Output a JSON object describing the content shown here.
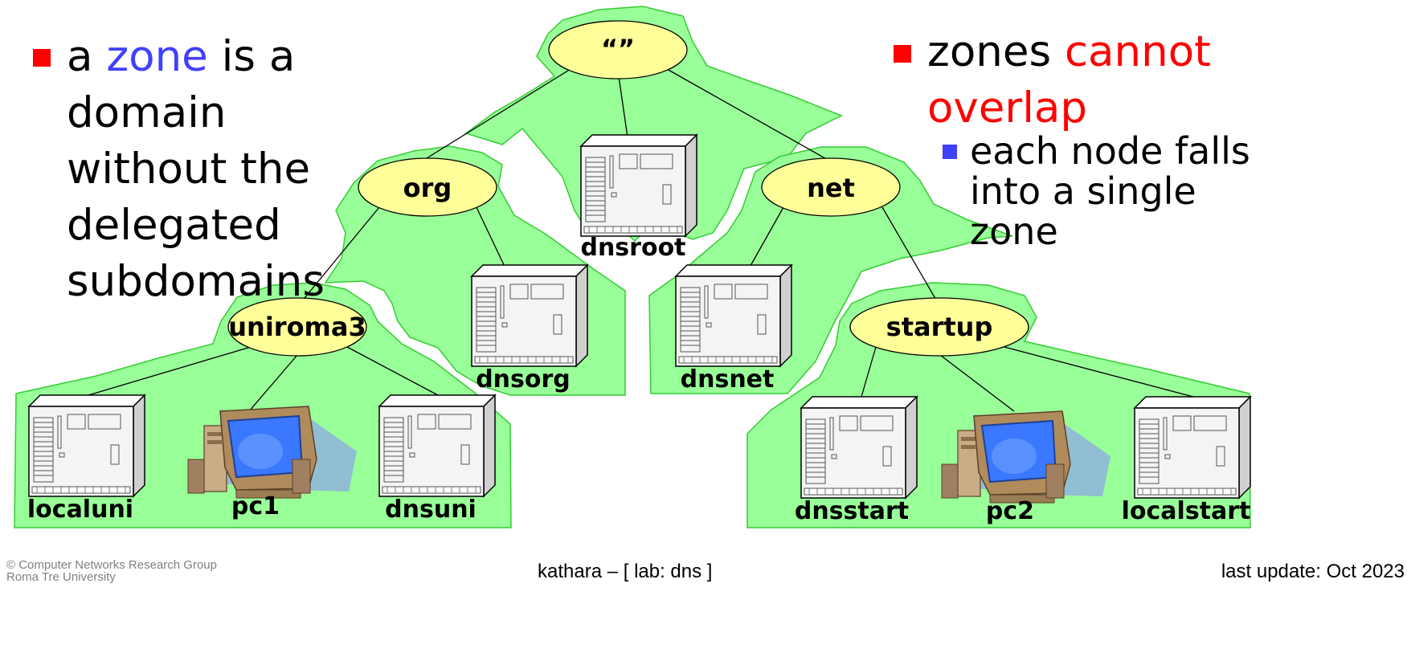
{
  "left_bullet": {
    "text_before": "a",
    "highlight": "zone",
    "text_after_lines": [
      "is a",
      "domain",
      "without the",
      "delegated",
      "subdomains"
    ],
    "bullet_color": "#ff0000",
    "highlight_color": "#4040ff"
  },
  "right_bullet": {
    "text_before": "zones",
    "highlight_line1": "cannot",
    "highlight_line2": "overlap",
    "highlight_color": "#ff0000",
    "sub_bullet_lines": [
      "each node falls",
      "into a single",
      "zone"
    ],
    "sub_bullet_color": "#4040ff"
  },
  "tree_nodes": {
    "root": "“”",
    "org": "org",
    "net": "net",
    "uniroma3": "uniroma3",
    "startup": "startup"
  },
  "hosts": {
    "dnsroot": "dnsroot",
    "dnsorg": "dnsorg",
    "dnsnet": "dnsnet",
    "localuni": "localuni",
    "pc1": "pc1",
    "dnsuni": "dnsuni",
    "dnsstart": "dnsstart",
    "pc2": "pc2",
    "localstart": "localstart"
  },
  "footer": {
    "copyright_line1": "© Computer Networks Research Group",
    "copyright_line2": "Roma Tre University",
    "center": "kathara – [ lab: dns ]",
    "right": "last update: Oct 2023"
  },
  "colors": {
    "zone_fill": "#99ff99",
    "zone_stroke": "#33cc33",
    "node_fill": "#ffff99",
    "server_face": "#f4f4f4",
    "monitor_screen": "#3a78ff"
  },
  "icons": [
    "server-icon",
    "pc-icon"
  ]
}
